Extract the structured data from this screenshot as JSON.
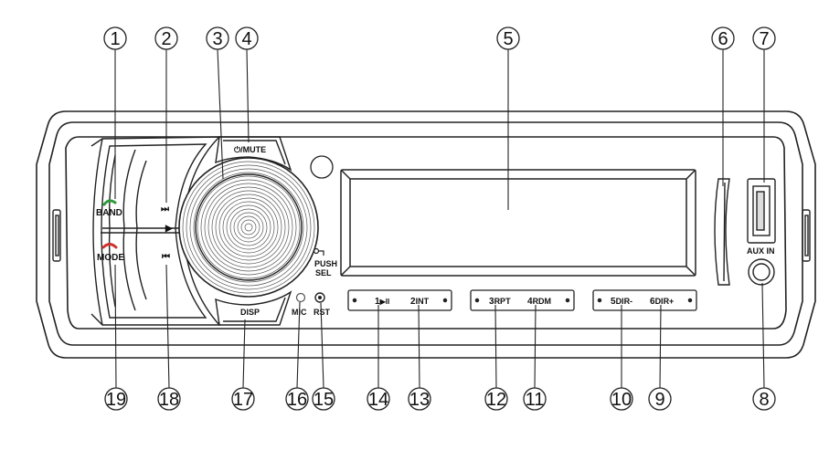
{
  "diagram": {
    "callouts": [
      {
        "id": "1",
        "label": "1"
      },
      {
        "id": "2",
        "label": "2"
      },
      {
        "id": "3",
        "label": "3"
      },
      {
        "id": "4",
        "label": "4"
      },
      {
        "id": "5",
        "label": "5"
      },
      {
        "id": "6",
        "label": "6"
      },
      {
        "id": "7",
        "label": "7"
      },
      {
        "id": "8",
        "label": "8"
      },
      {
        "id": "9",
        "label": "9"
      },
      {
        "id": "10",
        "label": "10"
      },
      {
        "id": "11",
        "label": "11"
      },
      {
        "id": "12",
        "label": "12"
      },
      {
        "id": "13",
        "label": "13"
      },
      {
        "id": "14",
        "label": "14"
      },
      {
        "id": "15",
        "label": "15"
      },
      {
        "id": "16",
        "label": "16"
      },
      {
        "id": "17",
        "label": "17"
      },
      {
        "id": "18",
        "label": "18"
      },
      {
        "id": "19",
        "label": "19"
      }
    ],
    "buttons": {
      "mute": "⏻/MUTE",
      "band": "BAND",
      "mode": "MODE",
      "next": "⏭",
      "play": "▶❙",
      "prev": "⏮",
      "push": "PUSH",
      "sel": "SEL",
      "disp": "DISP",
      "mic": "MIC",
      "rst": "RST",
      "aux": "AUX IN",
      "p1_num": "1",
      "p1_txt": "▶II",
      "p2_num": "2",
      "p2_txt": "INT",
      "p3_num": "3",
      "p3_txt": "RPT",
      "p4_num": "4",
      "p4_txt": "RDM",
      "p5_num": "5",
      "p5_txt": "DIR-",
      "p6_num": "6",
      "p6_txt": "DIR+"
    },
    "colors": {
      "call_accept": "#2e9b3a",
      "call_reject": "#d0312d",
      "line": "#222222"
    }
  }
}
